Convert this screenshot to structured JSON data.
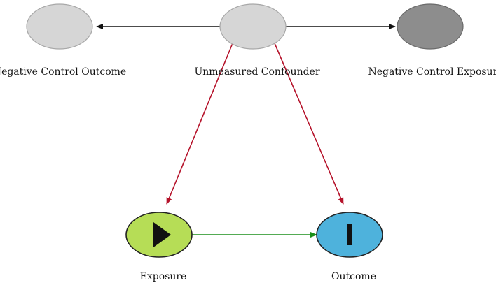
{
  "diagram": {
    "nodes": {
      "negative_control_outcome": {
        "label": "Negative Control Outcome"
      },
      "unmeasured_confounder": {
        "label": "Unmeasured Confounder"
      },
      "negative_control_exposure": {
        "label": "Negative Control Exposure"
      },
      "exposure": {
        "label": "Exposure"
      },
      "outcome": {
        "label": "Outcome"
      }
    }
  },
  "colors": {
    "light_gray_node": "#d6d6d6",
    "dark_gray_node": "#8d8d8d",
    "exposure_node": "#b6dd56",
    "outcome_node": "#4eb2dc",
    "confounding_edge": "#b5122a",
    "causal_edge": "#1a8f1a",
    "control_edge": "#111111"
  }
}
